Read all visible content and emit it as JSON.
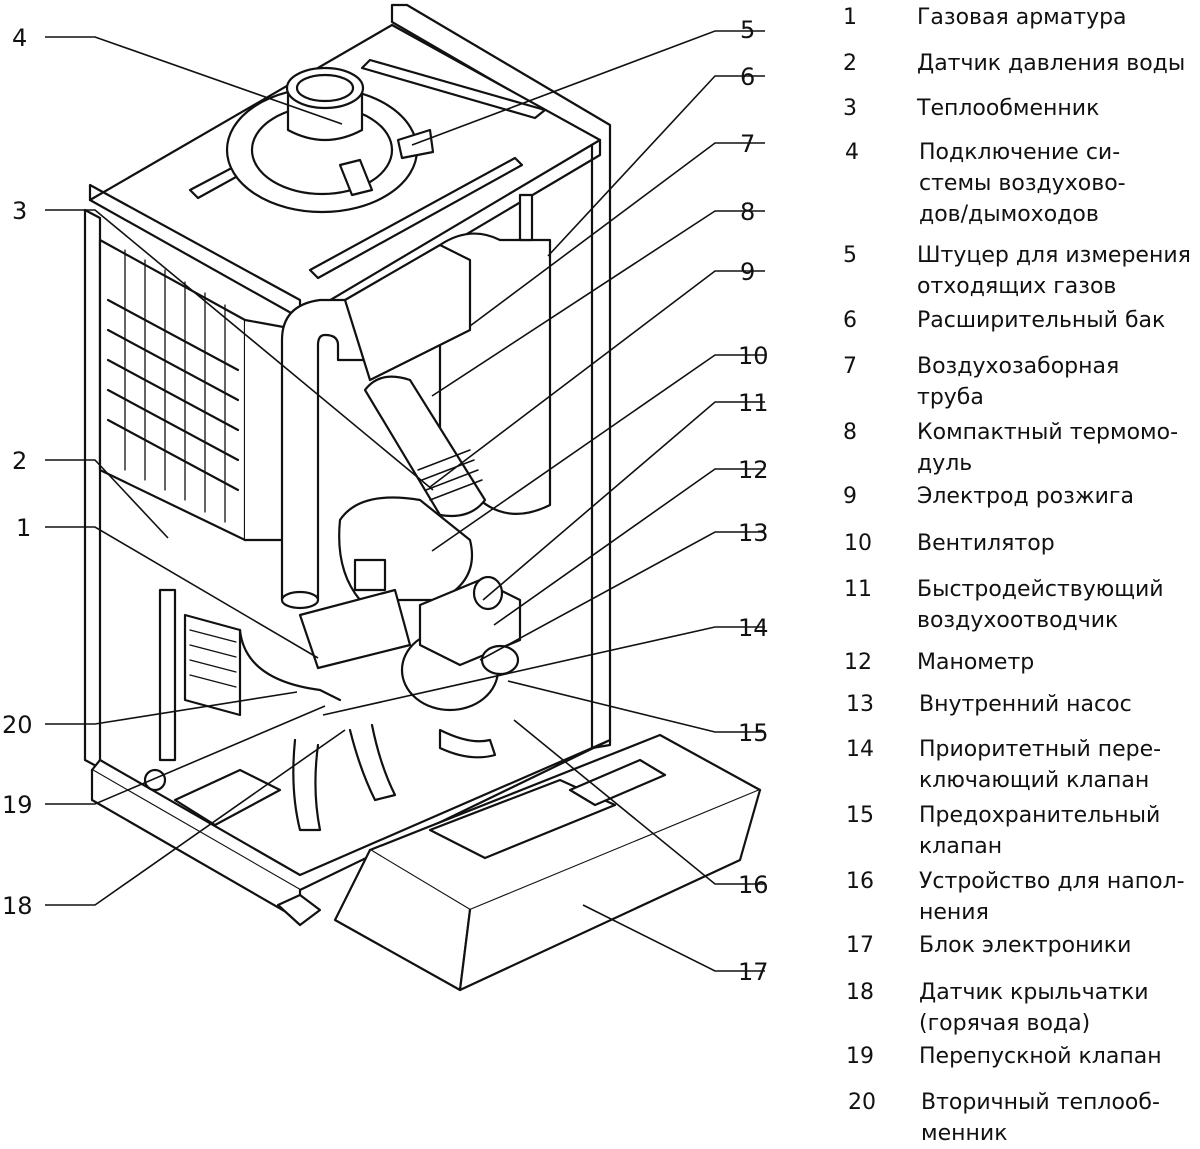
{
  "callouts": [
    {
      "num": "1"
    },
    {
      "num": "2"
    },
    {
      "num": "3"
    },
    {
      "num": "4"
    },
    {
      "num": "5"
    },
    {
      "num": "6"
    },
    {
      "num": "7"
    },
    {
      "num": "8"
    },
    {
      "num": "9"
    },
    {
      "num": "10"
    },
    {
      "num": "11"
    },
    {
      "num": "12"
    },
    {
      "num": "13"
    },
    {
      "num": "14"
    },
    {
      "num": "15"
    },
    {
      "num": "16"
    },
    {
      "num": "17"
    },
    {
      "num": "18"
    },
    {
      "num": "19"
    },
    {
      "num": "20"
    }
  ],
  "legend": [
    {
      "num": "1",
      "text": "Газовая арматура"
    },
    {
      "num": "2",
      "text": "Датчик давления воды"
    },
    {
      "num": "3",
      "text": "Теплообменник"
    },
    {
      "num": "4",
      "text": "Подключение си-\nстемы воздухово-\nдов/дымоходов"
    },
    {
      "num": "5",
      "text": "Штуцер для измерения\nотходящих газов"
    },
    {
      "num": "6",
      "text": "Расширительный бак"
    },
    {
      "num": "7",
      "text": "Воздухозаборная\nтруба"
    },
    {
      "num": "8",
      "text": "Компактный термомо-\nдуль"
    },
    {
      "num": "9",
      "text": "Электрод розжига"
    },
    {
      "num": "10",
      "text": "Вентилятор"
    },
    {
      "num": "11",
      "text": "Быстродействующий\nвоздухоотводчик"
    },
    {
      "num": "12",
      "text": "Манометр"
    },
    {
      "num": "13",
      "text": "Внутренний насос"
    },
    {
      "num": "14",
      "text": "Приоритетный пере-\nключающий клапан"
    },
    {
      "num": "15",
      "text": "Предохранительный\nклапан"
    },
    {
      "num": "16",
      "text": "Устройство для напол-\nнения"
    },
    {
      "num": "17",
      "text": "Блок электроники"
    },
    {
      "num": "18",
      "text": "Датчик крыльчатки\n(горячая вода)"
    },
    {
      "num": "19",
      "text": "Перепускной клапан"
    },
    {
      "num": "20",
      "text": "Вторичный теплооб-\nменник"
    }
  ]
}
